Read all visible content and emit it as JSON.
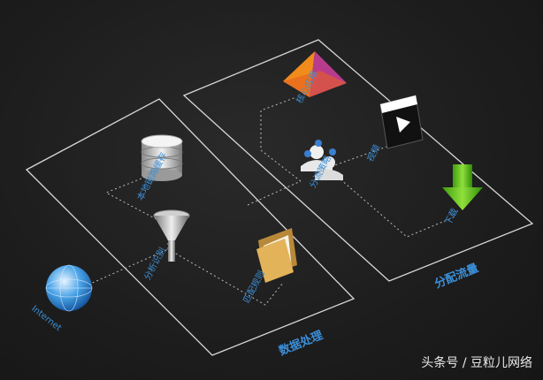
{
  "labels": {
    "core_app": "核心应用",
    "distribution_strategy": "分流策略",
    "video": "视频",
    "download": "下载",
    "local_cache": "本地链路缓存",
    "analysis": "分析识别",
    "match_rules": "匹配规则",
    "internet": "Internet",
    "data_processing": "数据处理",
    "traffic_distribution": "分配流量"
  },
  "watermark": "头条号 / 豆粒儿网络",
  "colors": {
    "background": "#1f1f1f",
    "label_blue": "#3d8fd6",
    "panel_line": "#d8d8d8"
  }
}
